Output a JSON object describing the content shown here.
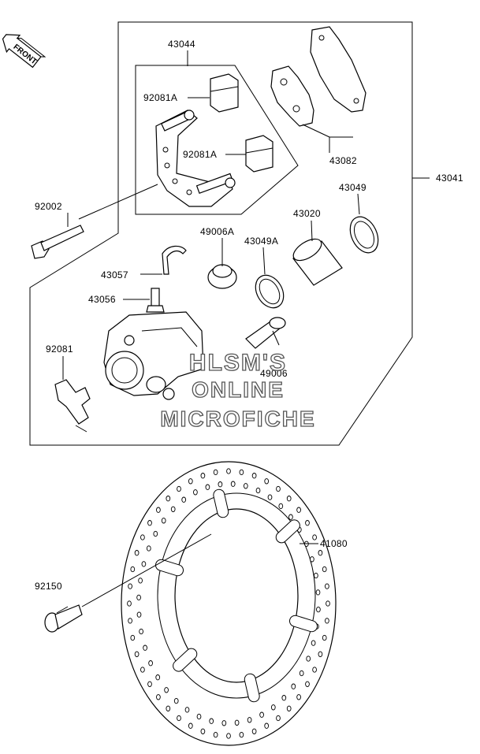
{
  "front_arrow": {
    "text": "FRONT"
  },
  "labels": {
    "p43044": "43044",
    "p92081A_1": "92081A",
    "p92081A_2": "92081A",
    "p43082": "43082",
    "p43041": "43041",
    "p43049": "43049",
    "p43020": "43020",
    "p92002": "92002",
    "p49006A": "49006A",
    "p43049A": "43049A",
    "p43057": "43057",
    "p43056": "43056",
    "p92081": "92081",
    "p49006": "49006",
    "p41080": "41080",
    "p92150": "92150"
  },
  "watermark": {
    "line1": "HLSM'S",
    "line2": "ONLINE",
    "line3": "MICROFICHE"
  }
}
